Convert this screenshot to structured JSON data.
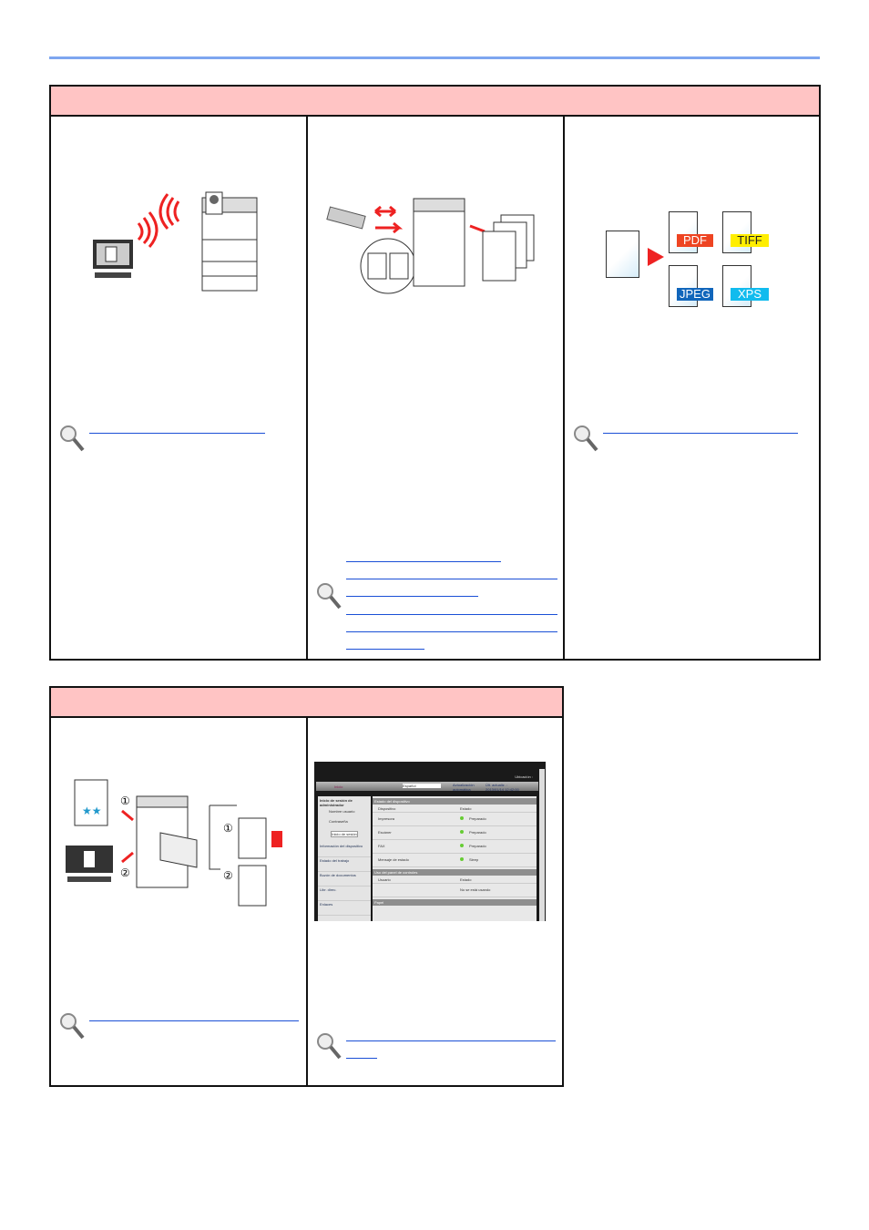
{
  "file_formats": [
    "PDF",
    "TIFF",
    "JPEG",
    "XPS"
  ],
  "format_colors": {
    "PDF": "#ee4422",
    "TIFF": "#ffee00",
    "JPEG": "#1166bb",
    "XPS": "#11bbee"
  },
  "step_markers": [
    "①",
    "②",
    "①",
    "②"
  ],
  "web_ui": {
    "location_label": "Ubicación :",
    "home": "Inicio",
    "language": "Español",
    "auto_refresh": "Actualización automática",
    "last_updated": "Últ. actualiz. : 2013/01/14 12:42:00",
    "login_title": "Inicio de sesión de administrador",
    "username_label": "Nombre usuario",
    "password_label": "Contraseña",
    "login_button": "Inicio de sesión",
    "nav": [
      "Información del dispositivo",
      "Estado del trabajo",
      "Buzón de documentos",
      "Libr. direc.",
      "Enlaces"
    ],
    "device_status": "Estado del dispositivo",
    "col_device": "Dispositivo",
    "col_status": "Estado",
    "devices": [
      {
        "name": "Impresora",
        "status": "Preparado"
      },
      {
        "name": "Escáner",
        "status": "Preparado"
      },
      {
        "name": "FAX",
        "status": "Preparado"
      },
      {
        "name": "Mensaje de estado",
        "status": "Sleep"
      }
    ],
    "panel_usage": "Uso del panel de controles",
    "col_user": "Usuario",
    "panel_status": "No se está usando",
    "paper": "Papel"
  }
}
